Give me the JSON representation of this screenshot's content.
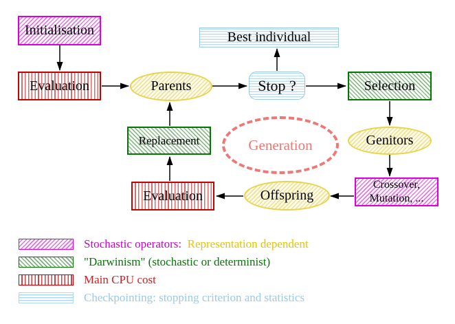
{
  "nodes": {
    "initialisation": {
      "label": "Initialisation"
    },
    "evaluation_top": {
      "label": "Evaluation"
    },
    "parents": {
      "label": "Parents"
    },
    "best_individual": {
      "label": "Best individual"
    },
    "stop": {
      "label": "Stop ?"
    },
    "selection": {
      "label": "Selection"
    },
    "genitors": {
      "label": "Genitors"
    },
    "crossover": {
      "line1": "Crossover,",
      "line2": "Mutation, ..."
    },
    "offspring": {
      "label": "Offspring"
    },
    "evaluation_bottom": {
      "label": "Evaluation"
    },
    "replacement": {
      "label": "Replacement"
    },
    "generation": {
      "label": "Generation"
    }
  },
  "legend": {
    "stochastic": {
      "label": "Stochastic operators:",
      "label2": "Representation dependent"
    },
    "darwinism": {
      "label": "\"Darwinism\" (stochastic or determinist)"
    },
    "cpu": {
      "label": "Main CPU cost"
    },
    "checkpointing": {
      "label": "Checkpointing: stopping criterion and statistics"
    }
  },
  "colors": {
    "magenta_border": "#dc00dc",
    "red_border": "#c40000",
    "green_border": "#007700",
    "yellow_border": "#e8d44c",
    "cyan_border": "#9cc8e4",
    "salmon": "#ee7777",
    "legend_magenta_text": "#cc00cc",
    "legend_gold_text": "#e5c400",
    "legend_green_text": "#067306",
    "legend_red_text": "#cc2222",
    "legend_lightblue_text": "#99cbe4",
    "arrow": "#000000"
  }
}
